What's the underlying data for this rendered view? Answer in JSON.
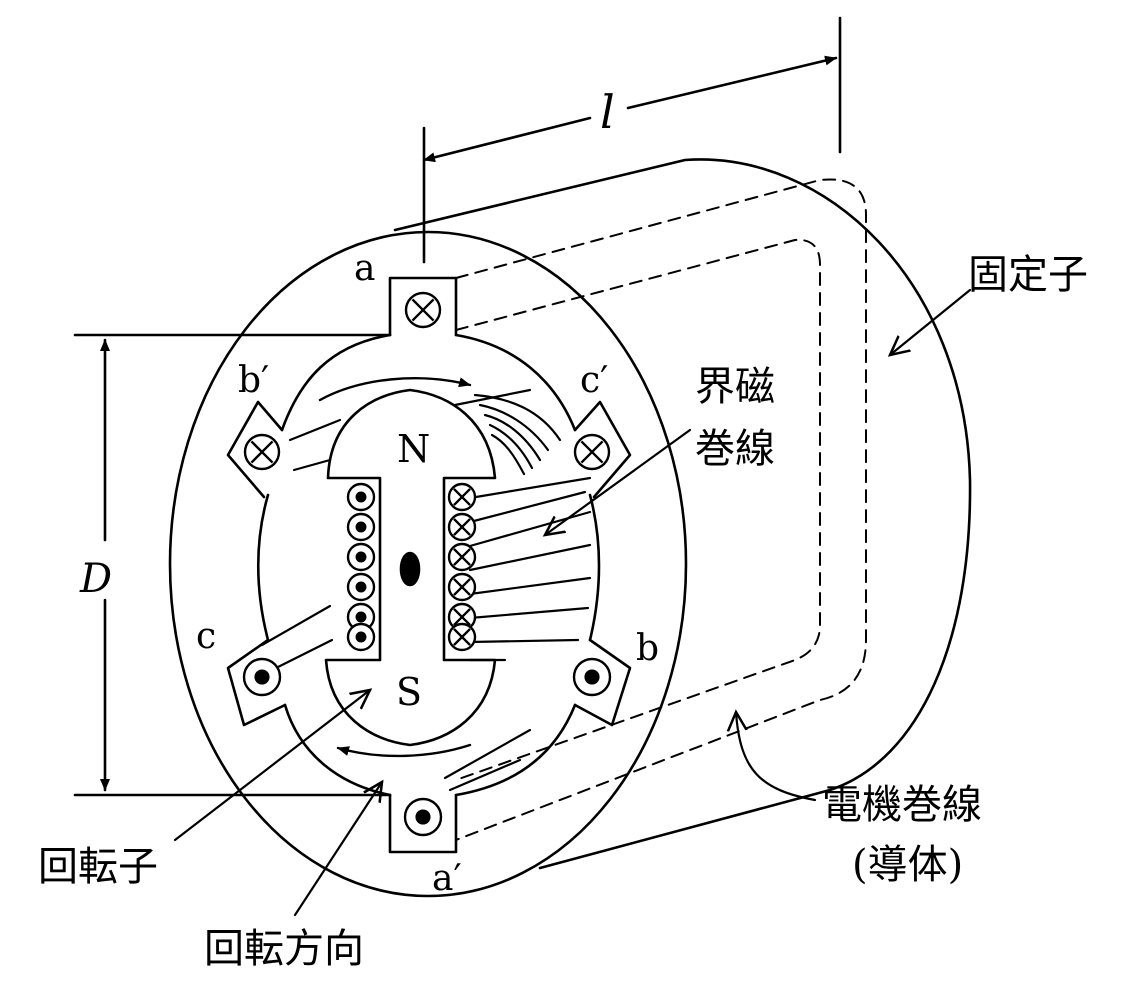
{
  "dimensions": {
    "length_symbol": "l",
    "diameter_symbol": "D"
  },
  "poles": {
    "north": "N",
    "south": "S"
  },
  "phase_labels": {
    "a": "a",
    "a_prime": "a′",
    "b": "b",
    "b_prime": "b′",
    "c": "c",
    "c_prime": "c′"
  },
  "callouts": {
    "stator": "固定子",
    "field_winding_line1": "界磁",
    "field_winding_line2": "巻線",
    "armature_winding_line1": "電機巻線",
    "armature_winding_line2": "(導体)",
    "rotor": "回転子",
    "rotation_direction": "回転方向"
  },
  "colors": {
    "ink": "#000000",
    "paper": "#ffffff"
  }
}
